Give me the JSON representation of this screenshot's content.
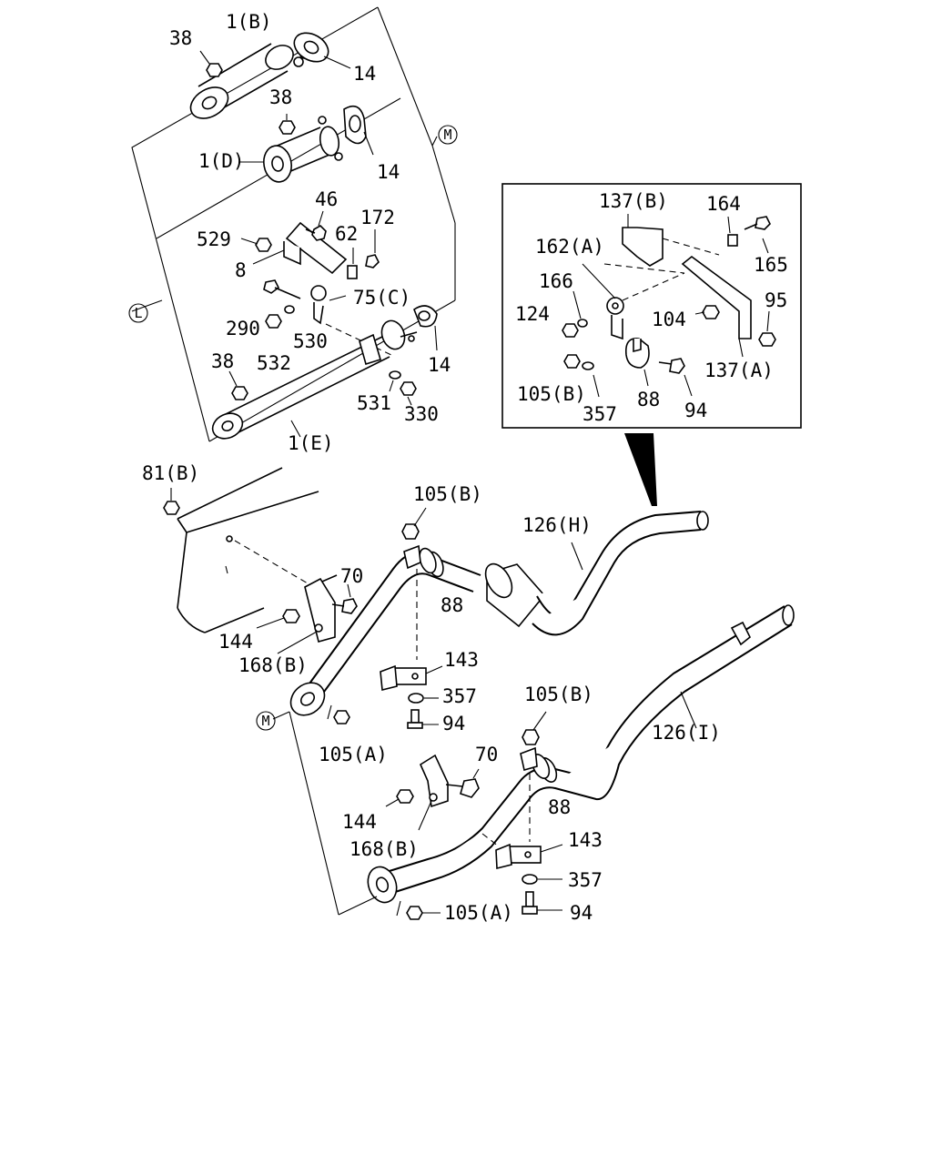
{
  "labels": [
    {
      "id": "l-38-a",
      "text": "38"
    },
    {
      "id": "l-1b",
      "text": "1(B)"
    },
    {
      "id": "l-14-a",
      "text": "14"
    },
    {
      "id": "l-38-b",
      "text": "38"
    },
    {
      "id": "l-1d",
      "text": "1(D)"
    },
    {
      "id": "l-14-b",
      "text": "14"
    },
    {
      "id": "l-46",
      "text": "46"
    },
    {
      "id": "l-529",
      "text": "529"
    },
    {
      "id": "l-62",
      "text": "62"
    },
    {
      "id": "l-172",
      "text": "172"
    },
    {
      "id": "l-8",
      "text": "8"
    },
    {
      "id": "l-75c",
      "text": "75(C)"
    },
    {
      "id": "l-290",
      "text": "290"
    },
    {
      "id": "l-530",
      "text": "530"
    },
    {
      "id": "l-532",
      "text": "532"
    },
    {
      "id": "l-38-c",
      "text": "38"
    },
    {
      "id": "l-14-c",
      "text": "14"
    },
    {
      "id": "l-531",
      "text": "531"
    },
    {
      "id": "l-330",
      "text": "330"
    },
    {
      "id": "l-1e",
      "text": "1(E)"
    },
    {
      "id": "l-137b",
      "text": "137(B)"
    },
    {
      "id": "l-164",
      "text": "164"
    },
    {
      "id": "l-162a",
      "text": "162(A)"
    },
    {
      "id": "l-165",
      "text": "165"
    },
    {
      "id": "l-166",
      "text": "166"
    },
    {
      "id": "l-95",
      "text": "95"
    },
    {
      "id": "l-124",
      "text": "124"
    },
    {
      "id": "l-104",
      "text": "104"
    },
    {
      "id": "l-137a",
      "text": "137(A)"
    },
    {
      "id": "l-105b-inset",
      "text": "105(B)"
    },
    {
      "id": "l-357-inset",
      "text": "357"
    },
    {
      "id": "l-88-inset",
      "text": "88"
    },
    {
      "id": "l-94-inset",
      "text": "94"
    },
    {
      "id": "l-81b",
      "text": "81(B)"
    },
    {
      "id": "l-105b-a",
      "text": "105(B)"
    },
    {
      "id": "l-126h",
      "text": "126(H)"
    },
    {
      "id": "l-70-a",
      "text": "70"
    },
    {
      "id": "l-88-a",
      "text": "88"
    },
    {
      "id": "l-144-a",
      "text": "144"
    },
    {
      "id": "l-168b-a",
      "text": "168(B)"
    },
    {
      "id": "l-143-a",
      "text": "143"
    },
    {
      "id": "l-357-a",
      "text": "357"
    },
    {
      "id": "l-94-a",
      "text": "94"
    },
    {
      "id": "l-105a-a",
      "text": "105(A)"
    },
    {
      "id": "l-105b-b",
      "text": "105(B)"
    },
    {
      "id": "l-126i",
      "text": "126(I)"
    },
    {
      "id": "l-70-b",
      "text": "70"
    },
    {
      "id": "l-88-b",
      "text": "88"
    },
    {
      "id": "l-144-b",
      "text": "144"
    },
    {
      "id": "l-168b-b",
      "text": "168(B)"
    },
    {
      "id": "l-143-b",
      "text": "143"
    },
    {
      "id": "l-357-b",
      "text": "357"
    },
    {
      "id": "l-94-b",
      "text": "94"
    },
    {
      "id": "l-105a-b",
      "text": "105(A)"
    }
  ],
  "refs": [
    {
      "id": "r-m-top",
      "text": "M"
    },
    {
      "id": "r-l",
      "text": "L"
    },
    {
      "id": "r-m-bottom",
      "text": "M"
    }
  ]
}
